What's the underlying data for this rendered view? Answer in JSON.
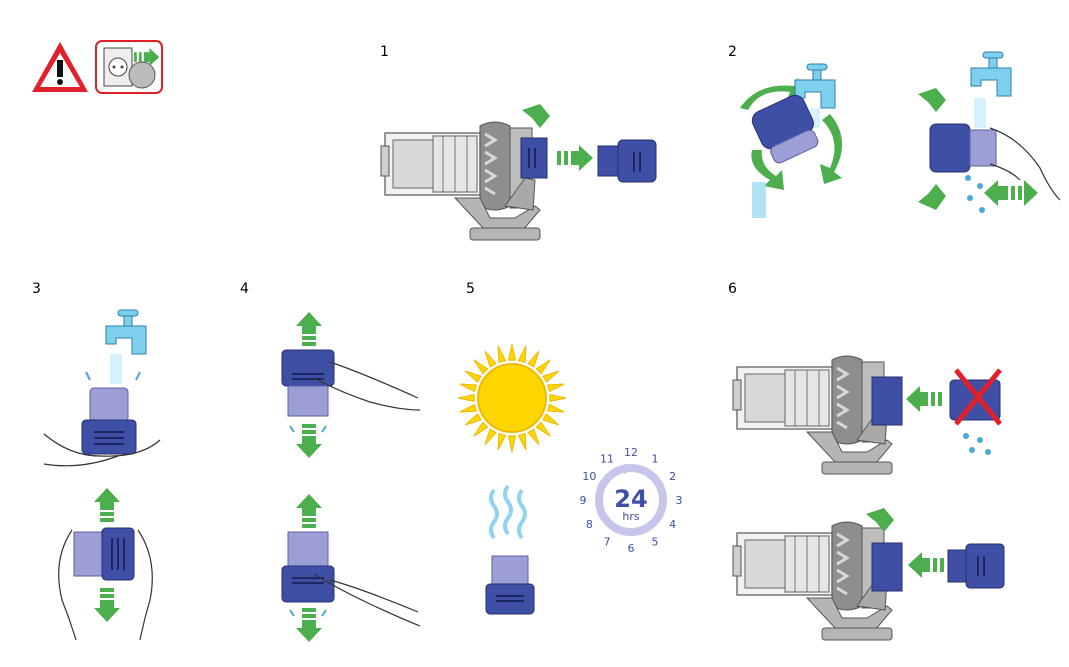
{
  "steps": [
    {
      "number": "1"
    },
    {
      "number": "2"
    },
    {
      "number": "3"
    },
    {
      "number": "4"
    },
    {
      "number": "5"
    },
    {
      "number": "6"
    }
  ],
  "timer": {
    "value": "24",
    "unit": "hrs",
    "hours": [
      "12",
      "1",
      "2",
      "3",
      "4",
      "5",
      "6",
      "7",
      "8",
      "9",
      "10",
      "11"
    ]
  },
  "colors": {
    "warning_red": "#e0202a",
    "arrow_green": "#4cae4c",
    "filter_blue": "#3f4fa6",
    "filter_lilac": "#9b9fd6",
    "water_blue": "#7fd0ee",
    "sun_yellow": "#ffd700",
    "body_grey": "#a8a8a8",
    "clock_lilac": "#c5c6ea",
    "clock_text": "#3f4fa6",
    "cross_red": "#e0202a"
  },
  "icons": [
    "warning-triangle-icon",
    "unplug-socket-icon",
    "recycle-icon",
    "tap-icon",
    "sun-icon",
    "clock-icon"
  ]
}
